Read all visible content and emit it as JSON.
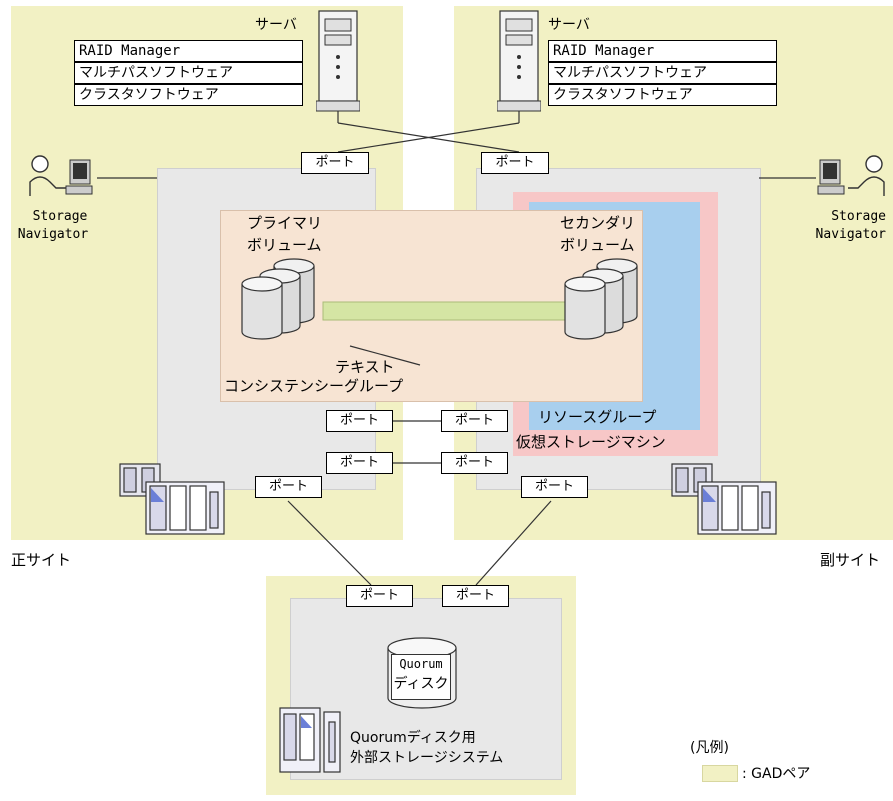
{
  "server_label": "サーバ",
  "software": [
    "RAID Manager",
    "マルチパスソフトウェア",
    "クラスタソフトウェア"
  ],
  "port_label": "ポート",
  "storage_navigator": [
    "Storage",
    "Navigator"
  ],
  "primary_volume": [
    "プライマリ",
    "ボリューム"
  ],
  "secondary_volume": [
    "セカンダリ",
    "ボリューム"
  ],
  "consistency_text": "テキスト",
  "consistency_group": "コンシステンシーグループ",
  "resource_group": "リソースグループ",
  "virtual_storage_machine": "仮想ストレージマシン",
  "primary_site": "正サイト",
  "secondary_site": "副サイト",
  "quorum_disk": [
    "Quorum",
    "ディスク"
  ],
  "external_storage": [
    "Quorumディスク用",
    "外部ストレージシステム"
  ],
  "legend_title": "(凡例)",
  "legend_item": ": GADペア",
  "colors": {
    "gad_pair": "#f2f1c4",
    "storage": "#e8e8e8",
    "consistency_group": "#f7e4d3",
    "resource_group": "#a8cfee",
    "virtual_storage": "#f7c7c7"
  }
}
